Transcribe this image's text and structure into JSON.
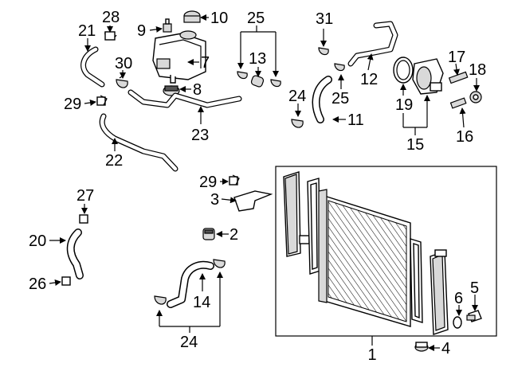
{
  "callouts": {
    "n1": "1",
    "n2": "2",
    "n3": "3",
    "n4": "4",
    "n5": "5",
    "n6": "6",
    "n7": "7",
    "n8": "8",
    "n9": "9",
    "n10": "10",
    "n11": "11",
    "n12": "12",
    "n13": "13",
    "n14": "14",
    "n15": "15",
    "n16": "16",
    "n17": "17",
    "n18": "18",
    "n19": "19",
    "n20": "20",
    "n21": "21",
    "n22": "22",
    "n23": "23",
    "n24a": "24",
    "n24b": "24",
    "n25a": "25",
    "n25b": "25",
    "n26": "26",
    "n27": "27",
    "n28": "28",
    "n29a": "29",
    "n29b": "29",
    "n30": "30",
    "n31": "31"
  }
}
